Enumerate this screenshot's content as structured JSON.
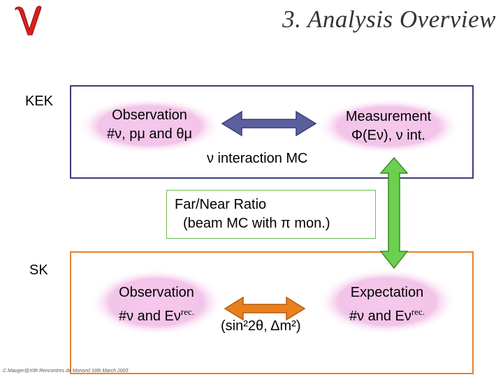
{
  "title": "3. Analysis Overview",
  "sites": {
    "kek": "KEK",
    "sk": "SK"
  },
  "kek": {
    "observation": {
      "line1": "Observation",
      "line2": "#ν, pμ and θμ"
    },
    "measurement": {
      "line1": "Measurement",
      "line2": "Φ(Eν), ν int."
    },
    "mc": "ν interaction MC"
  },
  "ratio": {
    "line1": "Far/Near Ratio",
    "line2": "(beam MC with π mon.)"
  },
  "sk": {
    "observation": {
      "line1": "Observation",
      "line2": "#ν and Eν",
      "sup": "rec."
    },
    "expectation": {
      "line1": "Expectation",
      "line2": "#ν and Eν",
      "sup": "rec."
    },
    "oscillation": "(sin²2θ, Δm²)"
  },
  "footer": "C.Mauger@XIth Rencontres de Moriond 16th March 2003",
  "colors": {
    "kek_frame": "#3a3d7a",
    "sk_frame": "#e8802a",
    "ratio_frame": "#6abd4f",
    "kek_arrow": "#5b5f9e",
    "sk_arrow": "#e8801e",
    "green_arrow": "#6ccf4f",
    "bubble": "#f2c3e8",
    "logo": "#d9201b"
  }
}
